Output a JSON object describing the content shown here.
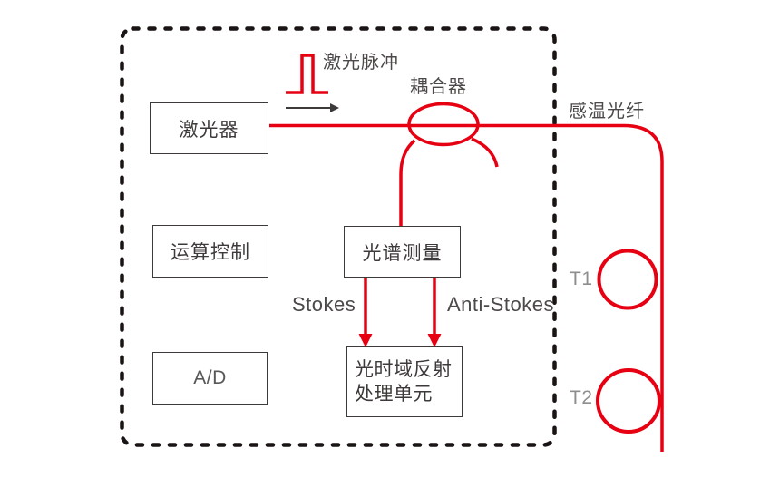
{
  "diagram": {
    "boxes": {
      "laser": {
        "label": "激光器"
      },
      "operation_control": {
        "label": "运算控制"
      },
      "ad_converter": {
        "label": "A/D"
      },
      "spectral_measurement": {
        "label": "光谱测量"
      },
      "otdr_unit": {
        "lines": [
          "光时域反射",
          "处理单元"
        ]
      }
    },
    "labels": {
      "laser_pulse": "激光脉冲",
      "coupler": "耦合器",
      "sensing_fiber": "感温光纤",
      "stokes": "Stokes",
      "anti_stokes": "Anti-Stokes",
      "t1": "T1",
      "t2": "T2"
    },
    "colors": {
      "fiber_red": "#e60012",
      "outline_dark": "#3e3a39",
      "label_gray": "#4c4948",
      "t_label_gray": "#8e8e8e",
      "border_black": "#1a1414",
      "background": "#ffffff"
    }
  }
}
